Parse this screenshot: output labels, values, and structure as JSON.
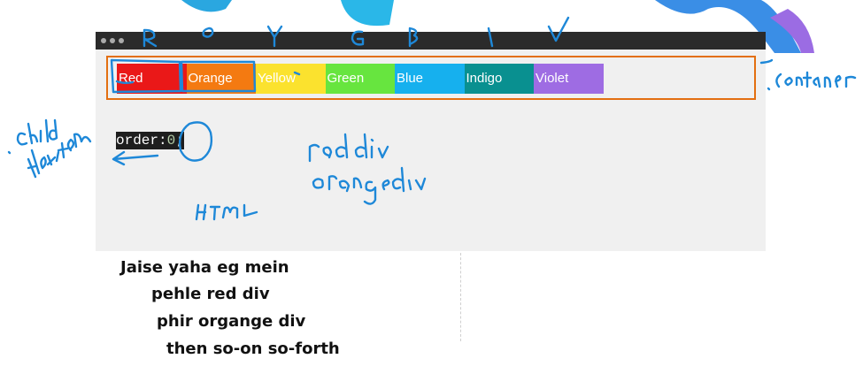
{
  "flex_items": [
    {
      "label": "Red",
      "color": "#ea1818"
    },
    {
      "label": "Orange",
      "color": "#f47a11"
    },
    {
      "label": "Yellow",
      "color": "#fbe22e"
    },
    {
      "label": "Green",
      "color": "#67e53f"
    },
    {
      "label": "Blue",
      "color": "#16b0ee"
    },
    {
      "label": "Indigo",
      "color": "#099090"
    },
    {
      "label": "Violet",
      "color": "#9e6ce3"
    }
  ],
  "code": {
    "property": "order:",
    "value": "0",
    "terminator": ";"
  },
  "caption_lines": [
    "Jaise yaha eg mein",
    "pehle red div",
    "phir organge div",
    "then so-on so-forth"
  ],
  "colors": {
    "container_border": "#e36f11",
    "ink": "#1e88d8",
    "titlebar": "#2b2b2b"
  }
}
